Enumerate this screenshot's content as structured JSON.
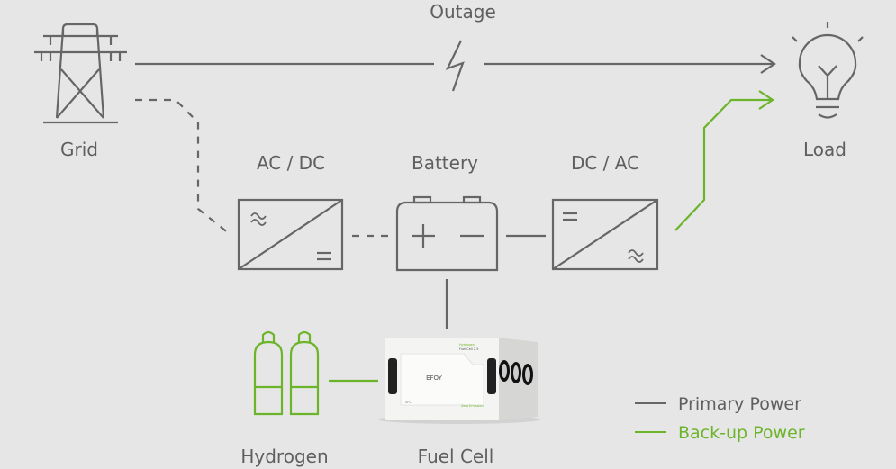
{
  "labels": {
    "outage": "Outage",
    "grid": "Grid",
    "load": "Load",
    "ac_dc": "AC / DC",
    "battery": "Battery",
    "dc_ac": "DC / AC",
    "hydrogen": "Hydrogen",
    "fuel_cell": "Fuel Cell"
  },
  "legend": [
    {
      "label": "Primary Power",
      "color": "#666666"
    },
    {
      "label": "Back-up Power",
      "color": "#6cb42a"
    }
  ],
  "product_lettering": {
    "brand": "EFOY",
    "model": "Hydrogen Fuel Cell 2.5",
    "badge": "Zero Emission",
    "small": "SFC"
  },
  "colors": {
    "background": "#e6e6e6",
    "primary": "#666666",
    "backup": "#6cb42a"
  }
}
